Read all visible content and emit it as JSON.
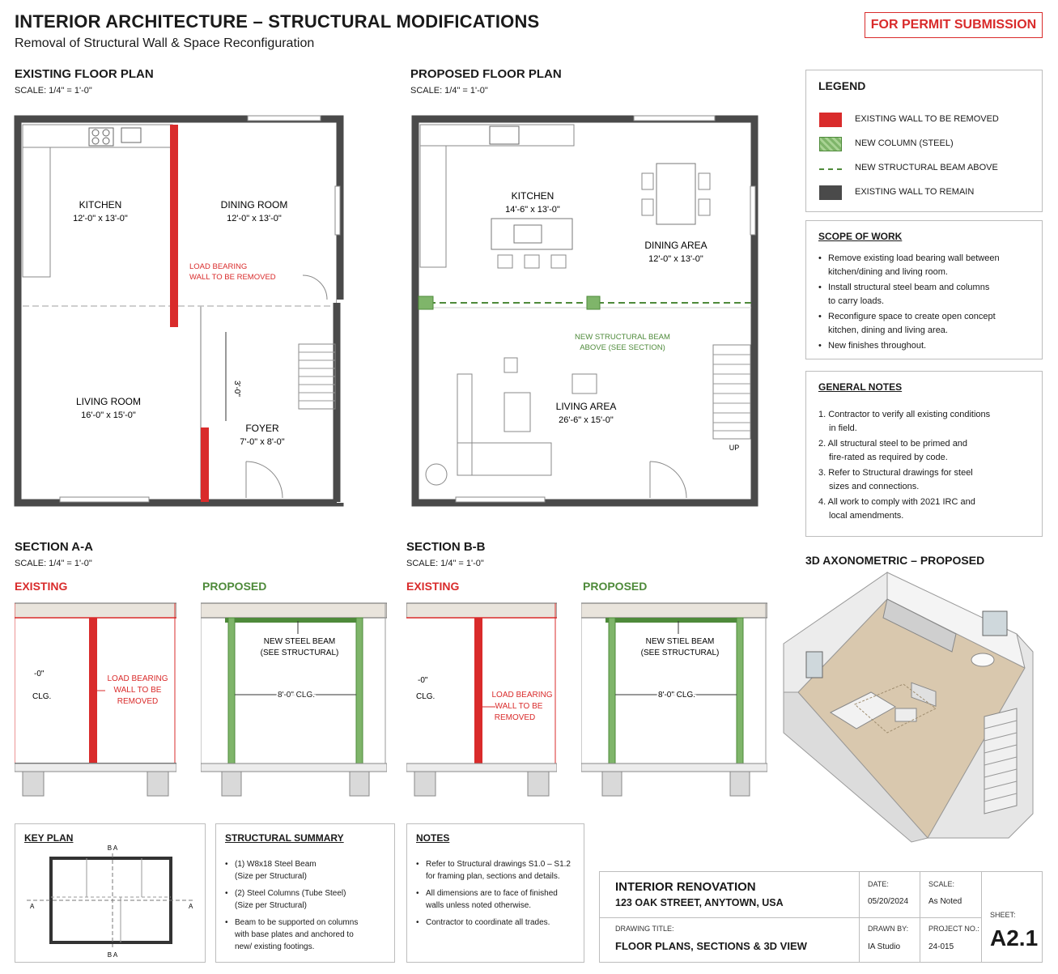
{
  "header": {
    "title": "INTERIOR ARCHITECTURE – STRUCTURAL MODIFICATIONS",
    "subtitle": "Removal of Structural Wall & Space Reconfiguration",
    "badge": "FOR PERMIT SUBMISSION"
  },
  "existing_plan": {
    "title": "EXISTING FLOOR PLAN",
    "scale": "SCALE: 1/4\" = 1'-0\"",
    "rooms": {
      "kitchen": "KITCHEN",
      "kitchen_dim": "12'-0\" x 13'-0\"",
      "dining": "DINING ROOM",
      "dining_dim": "12'-0\" x 13'-0\"",
      "living": "LIVING ROOM",
      "living_dim": "16'-0\" x 15'-0\"",
      "foyer": "FOYER",
      "foyer_dim": "7'-0\" x 8'-0\""
    },
    "note_line1": "LOAD BEARING",
    "note_line2": "WALL TO BE REMOVED",
    "dim": "3'-0\""
  },
  "proposed_plan": {
    "title": "PROPOSED FLOOR PLAN",
    "scale": "SCALE: 1/4\" = 1'-0\"",
    "rooms": {
      "kitchen": "KITCHEN",
      "kitchen_dim": "14'-6\" x 13'-0\"",
      "dining": "DINING AREA",
      "dining_dim": "12'-0\" x 13'-0\"",
      "living": "LIVING AREA",
      "living_dim": "26'-6\" x 15'-0\""
    },
    "beam_line1": "NEW STRUCTURAL BEAM",
    "beam_line2": "ABOVE (SEE SECTION)",
    "up": "UP"
  },
  "legend": {
    "title": "LEGEND",
    "items": [
      {
        "label": "EXISTING WALL TO BE REMOVED",
        "color": "#d92b2b"
      },
      {
        "label": "NEW COLUMN (STEEL)",
        "color": "#7fb56a"
      },
      {
        "label": "NEW STRUCTURAL BEAM ABOVE",
        "color": "#4e8a3a"
      },
      {
        "label": "EXISTING WALL TO REMAIN",
        "color": "#4a4a4a"
      }
    ]
  },
  "scope": {
    "title": "SCOPE OF WORK",
    "items": [
      [
        "Remove existing load bearing wall between",
        "kitchen/dining and living room."
      ],
      [
        "Install structural steel beam and columns",
        "to carry loads."
      ],
      [
        "Reconfigure space to create open concept",
        "kitchen, dining and living area."
      ],
      [
        "New finishes throughout."
      ]
    ]
  },
  "general_notes": {
    "title": "GENERAL NOTES",
    "items": [
      [
        "1. Contractor to verify all existing conditions",
        "in field."
      ],
      [
        "2. All structural steel to be primed and",
        "fire-rated as required by code."
      ],
      [
        "3. Refer to Structural drawings for steel",
        "sizes and connections."
      ],
      [
        "4. All work to comply with 2021 IRC and",
        "local amendments."
      ]
    ]
  },
  "section_a": {
    "title": "SECTION A-A",
    "scale": "SCALE: 1/4\" = 1'-0\"",
    "existing": "EXISTING",
    "proposed": "PROPOSED",
    "clg_left1": "-0\"",
    "clg_left2": "CLG.",
    "wall_note": [
      "LOAD BEARING",
      "WALL TO BE",
      "REMOVED"
    ],
    "beam_note": [
      "NEW STEEL BEAM",
      "(SEE STRUCTURAL)"
    ],
    "clg": "8'-0\" CLG."
  },
  "section_b": {
    "title": "SECTION B-B",
    "scale": "SCALE: 1/4\" = 1'-0\"",
    "existing": "EXISTING",
    "proposed": "PROPOSED",
    "clg_left1": "-0\"",
    "clg_left2": "CLG.",
    "wall_note": [
      "LOAD BEARING",
      "WALL TO BE",
      "REMOVED"
    ],
    "beam_note": [
      "NEW STIEL BEAM",
      "(SEE STRUCTURAL)"
    ],
    "clg": "8'-0\" CLG."
  },
  "axo": {
    "title": "3D AXONOMETRIC – PROPOSED"
  },
  "key_plan": {
    "title": "KEY PLAN",
    "tag_top": "B A",
    "tag_bottom": "B A",
    "tag_left": "A",
    "tag_right": "A"
  },
  "structural_summary": {
    "title": "STRUCTURAL SUMMARY",
    "items": [
      [
        "(1) W8x18 Steel Beam",
        "(Size per Structural)"
      ],
      [
        "(2) Steel Columns (Tube Steel)",
        "(Size per Structural)"
      ],
      [
        "Beam to be supported on columns",
        "with base plates and anchored to",
        "new/ existing footings."
      ]
    ]
  },
  "notes": {
    "title": "NOTES",
    "items": [
      [
        "Refer to Structural drawings S1.0 – S1.2",
        "for framing plan, sections and details."
      ],
      [
        "All dimensions are to face of finished",
        "walls unless noted otherwise."
      ],
      [
        "Contractor to coordinate all trades."
      ]
    ]
  },
  "title_block": {
    "project": "INTERIOR RENOVATION",
    "address": "123 OAK STREET, ANYTOWN, USA",
    "drawing_title_label": "DRAWING TITLE:",
    "drawing_title": "FLOOR PLANS, SECTIONS & 3D VIEW",
    "date_label": "DATE:",
    "date": "05/20/2024",
    "scale_label": "SCALE:",
    "scale": "As Noted",
    "drawn_label": "DRAWN BY:",
    "drawn": "IA Studio",
    "project_no_label": "PROJECT NO.:",
    "project_no": "24-015",
    "sheet_label": "SHEET:",
    "sheet": "A2.1"
  }
}
